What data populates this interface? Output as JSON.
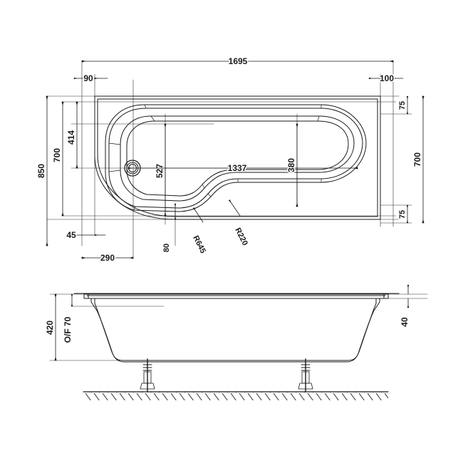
{
  "drawing": {
    "type": "technical-drawing",
    "subject": "P-shaped shower bath",
    "units": "mm",
    "views": [
      "plan-view",
      "front-section-view"
    ],
    "line_color": "#1a1a1a",
    "background_color": "#ffffff"
  },
  "plan_view": {
    "dimensions": {
      "overall_length": "1695",
      "overall_width": "850",
      "inner_width": "700",
      "left_offset_top": "90",
      "right_offset_top": "100",
      "left_inset": "414",
      "left_foot_offset": "45",
      "left_front_offset": "290",
      "waste_to_inner_end": "1337",
      "waste_centre_from_front": "527",
      "right_bowl_radius_dim": "380",
      "front_step_depth": "80",
      "right_top_edge": "75",
      "right_bottom_edge": "75",
      "right_inner_width": "700",
      "radius_front_large": "R645",
      "radius_front_small": "R220"
    }
  },
  "section_view": {
    "dimensions": {
      "bath_depth": "420",
      "overflow_height": "O/F 70",
      "rim_thickness": "40"
    }
  },
  "labels": {
    "d1695": "1695",
    "d90": "90",
    "d100": "100",
    "d850": "850",
    "d700_left": "700",
    "d414": "414",
    "d45": "45",
    "d290": "290",
    "d527": "527",
    "d1337": "1337",
    "d380": "380",
    "d80": "80",
    "d75_top": "75",
    "d75_bottom": "75",
    "d700_right": "700",
    "r645": "R645",
    "r220": "R220",
    "d420": "420",
    "of70": "O/F 70",
    "d40": "40"
  }
}
